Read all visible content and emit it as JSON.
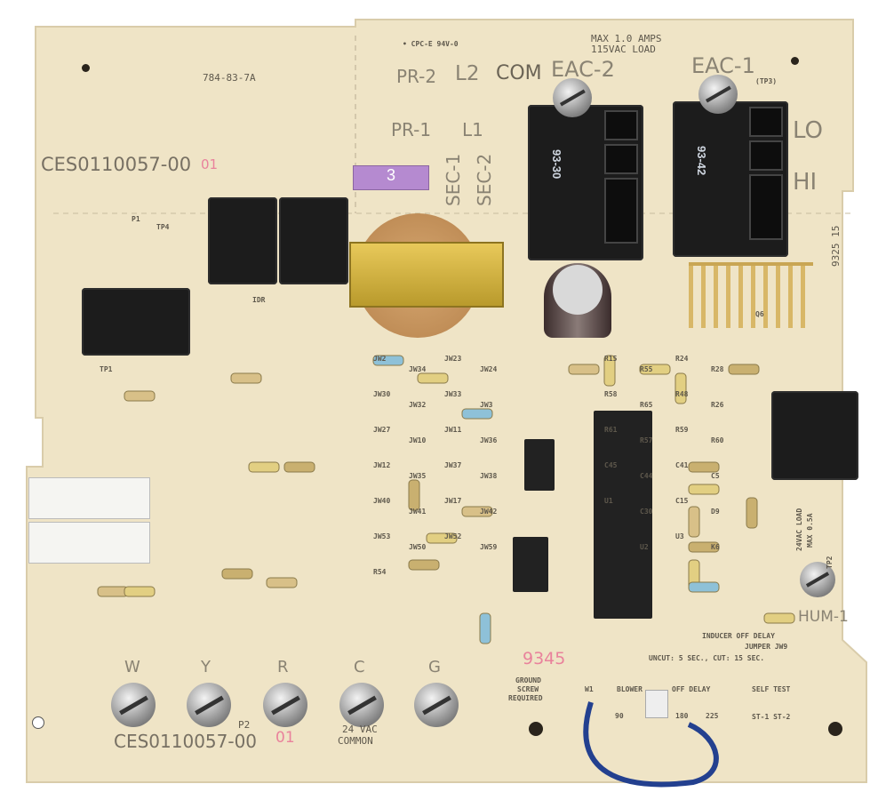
{
  "board": {
    "colors": {
      "pcb": "#efe4c6",
      "relay": "#1c1c1c",
      "wire": "#23408f",
      "fuse": "#b58ad0",
      "pink_ink": "#e9829c"
    },
    "part_number_top": "784-83-7A",
    "serial_top": "CES0110057-00",
    "rev_top": "01",
    "cert": "• CPC-E  94V-0",
    "max_load": "MAX 1.0 AMPS",
    "max_load_2": "115VAC LOAD",
    "terminals_top": {
      "pr2": "PR-2",
      "l2": "L2",
      "com": "COM",
      "eac2": "EAC-2",
      "eac1": "EAC-1",
      "tp3": "(TP3)",
      "pr1": "PR-1",
      "l1": "L1",
      "sec1": "SEC-1",
      "sec2": "SEC-2",
      "lo": "LO",
      "hi": "HI"
    },
    "relay1_text": "93-30",
    "relay2_text": "93-42",
    "side_code": "9325 15",
    "tp_labels": {
      "tp4": "TP4",
      "tp1": "TP1",
      "tp2": "TP2",
      "p1": "P1",
      "idr": "IDR",
      "q6": "Q6"
    },
    "thermostat_terminals": [
      {
        "label": "W"
      },
      {
        "label": "Y"
      },
      {
        "label": "R"
      },
      {
        "label": "C"
      },
      {
        "label": "G"
      }
    ],
    "common_label": "24 VAC",
    "common_label_2": "COMMON",
    "serial_bottom": "CES0110057-00",
    "rev_bottom": "01",
    "p2": "P2",
    "date_code": "9345",
    "ground_1": "GROUND",
    "ground_2": "SCREW",
    "ground_3": "REQUIRED",
    "w1": "W1",
    "blower": "BLOWER",
    "off_delay": "OFF DELAY",
    "delays": [
      "90",
      "180",
      "225"
    ],
    "self_test": "SELF TEST",
    "st": "ST-1 ST-2",
    "hum": "HUM-1",
    "inducer_1": "INDUCER OFF DELAY",
    "inducer_2": "JUMPER JW9",
    "inducer_3": "UNCUT: 5 SEC., CUT: 15 SEC.",
    "load_24": "24VAC LOAD",
    "load_max": "MAX 0.5A",
    "fuse_value": "3",
    "component_refs": [
      "JW2",
      "JW34",
      "JW23",
      "JW24",
      "JW30",
      "JW32",
      "JW33",
      "JW3",
      "JW27",
      "JW10",
      "JW11",
      "JW36",
      "JW12",
      "JW35",
      "JW37",
      "JW38",
      "JW40",
      "JW41",
      "JW17",
      "JW42",
      "JW53",
      "JW50",
      "JW52",
      "JW59",
      "R54",
      "R55",
      "R24",
      "R28",
      "R15",
      "R65",
      "R48",
      "R26",
      "R58",
      "R57",
      "R59",
      "R60",
      "R61",
      "C44",
      "C41",
      "C5",
      "C45",
      "C30",
      "C15",
      "D9",
      "U1",
      "U2",
      "U3",
      "K6"
    ]
  }
}
